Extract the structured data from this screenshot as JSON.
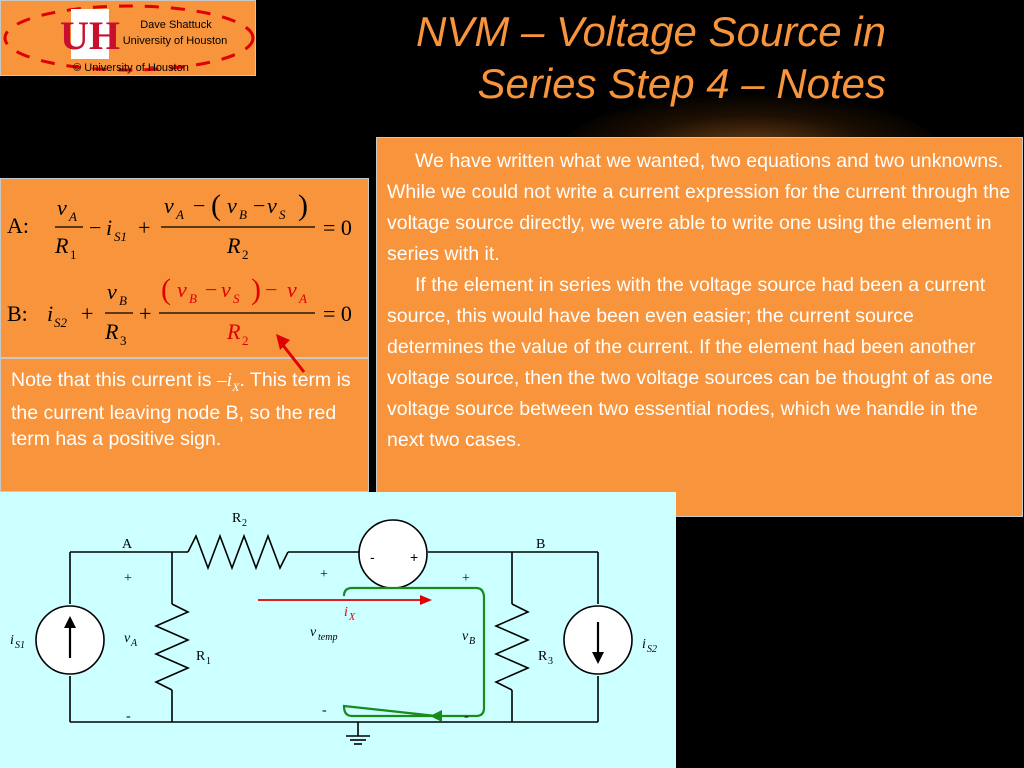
{
  "header": {
    "author_line": "Dave Shattuck",
    "university_line": "University of Houston",
    "copyright": "© University of Houston",
    "logo_letters": "UH",
    "title_line1": "NVM – Voltage Source in",
    "title_line2": "Series Step 4 – Notes"
  },
  "equations": {
    "a_label": "A:",
    "b_label": "B:",
    "rhs": "= 0",
    "v": "v",
    "i": "i",
    "R": "R",
    "sub_A": "A",
    "sub_B": "B",
    "sub_S": "S",
    "sub_S1": "S1",
    "sub_S2": "S2",
    "sub_1": "1",
    "sub_2": "2",
    "sub_3": "3"
  },
  "note": {
    "pre": "Note that this current is ",
    "current": "–i",
    "current_sub": "X",
    "post": ".  This term is the current leaving node B, so the red term has a positive sign."
  },
  "notes": {
    "paragraph1": "We have written what we wanted, two equations and two unknowns.  While we could not write a current expression for the current through the voltage source directly, we were able to write one using the element in series with it.",
    "paragraph2": "If the element in series with the voltage source had been a current source, this would have been even easier; the current source determines the value of the current.  If the element had been another voltage source, then the two voltage sources can be thought of as one voltage source between two essential nodes, which we handle in the next two cases."
  },
  "circuit": {
    "node_a": "A",
    "node_b": "B",
    "r1": "R",
    "r1_sub": "1",
    "r2": "R",
    "r2_sub": "2",
    "r3": "R",
    "r3_sub": "3",
    "is1": "i",
    "is1_sub": "S1",
    "is2": "i",
    "is2_sub": "S2",
    "va": "v",
    "va_sub": "A",
    "vb": "v",
    "vb_sub": "B",
    "vtemp": "v",
    "vtemp_sub": "temp",
    "ix": "i",
    "ix_sub": "X",
    "plus": "+",
    "minus": "-"
  },
  "colors": {
    "panel": "#f7943c",
    "title": "#f7943c",
    "circuit_bg": "#ccffff",
    "highlight_red": "#e00000",
    "loop_green": "#1a8a1a"
  }
}
